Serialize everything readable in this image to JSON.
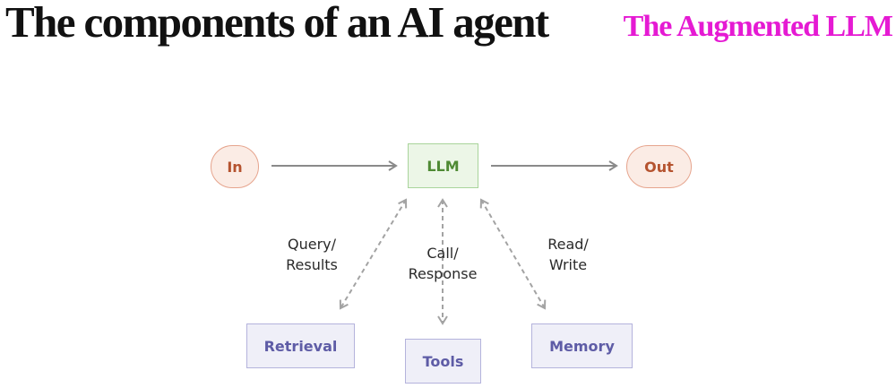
{
  "header": {
    "title": "The components of an AI agent",
    "subtitle": "The Augmented LLM"
  },
  "diagram": {
    "nodes": {
      "input": "In",
      "llm": "LLM",
      "output": "Out",
      "retrieval": "Retrieval",
      "tools": "Tools",
      "memory": "Memory"
    },
    "edge_labels": {
      "retrieval": "Query/\nResults",
      "tools": "Call/\nResponse",
      "memory": "Read/\nWrite"
    }
  },
  "colors": {
    "title": "#111111",
    "subtitle": "#e51ad3",
    "io_border": "#e6a48d",
    "io_fill": "#fbece5",
    "io_text": "#b5532f",
    "llm_border": "#a9d49b",
    "llm_fill": "#ecf6e7",
    "llm_text": "#4f8a34",
    "component_border": "#b4b3dc",
    "component_fill": "#efeff8",
    "component_text": "#5e5ca6",
    "arrow": "#8a8a8a",
    "dashed_arrow": "#a3a3a3"
  }
}
